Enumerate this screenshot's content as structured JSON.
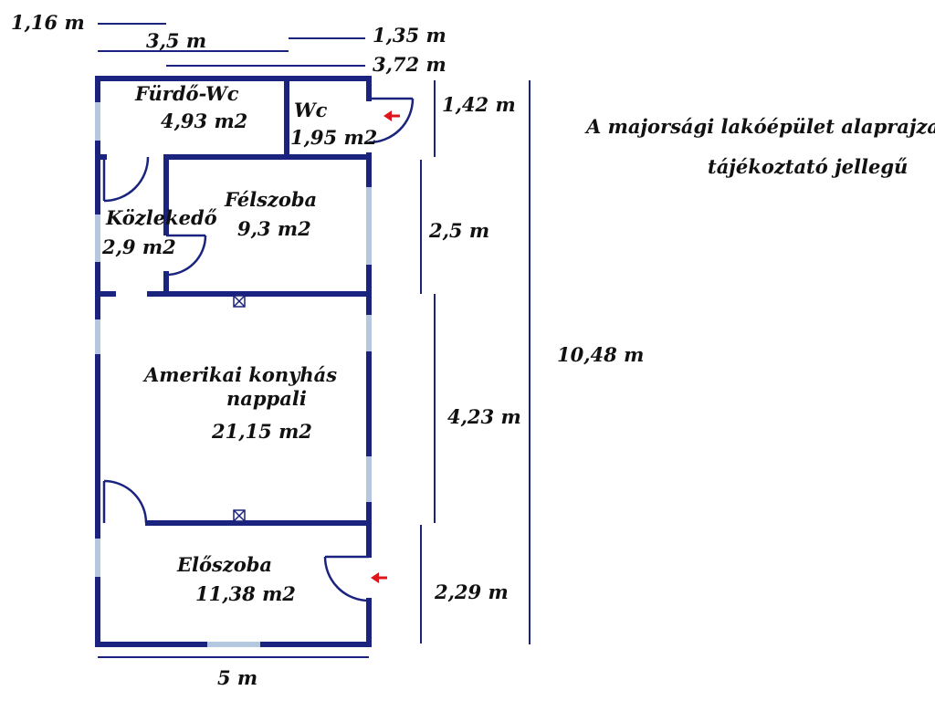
{
  "title": {
    "line1": "A majorsági lakóépület alaprajza",
    "line2": "tájékoztató jellegű"
  },
  "rooms": {
    "furdo_wc": {
      "name": "Fürdő-Wc",
      "area": "4,93 m2"
    },
    "wc": {
      "name": "Wc",
      "area": "1,95 m2"
    },
    "felszoba": {
      "name": "Félszoba",
      "area": "9,3 m2"
    },
    "kozlekedo": {
      "name": "Közlekedő",
      "area": "2,9 m2"
    },
    "nappali": {
      "name_line1": "Amerikai konyhás",
      "name_line2": "nappali",
      "area": "21,15 m2"
    },
    "eloszoba": {
      "name": "Előszoba",
      "area": "11,38 m2"
    }
  },
  "dimensions": {
    "top_1": "1,16 m",
    "top_2": "3,5 m",
    "top_3": "1,35 m",
    "top_4": "3,72 m",
    "right_1": "1,42 m",
    "right_2": "2,5 m",
    "right_3": "4,23 m",
    "right_4": "2,29 m",
    "total_height": "10,48 m",
    "bottom_width": "5 m"
  },
  "colors": {
    "wall": "#1a237e",
    "window": "#b4c8e0",
    "entrance_arrow": "#e0141b",
    "text": "#111111"
  }
}
